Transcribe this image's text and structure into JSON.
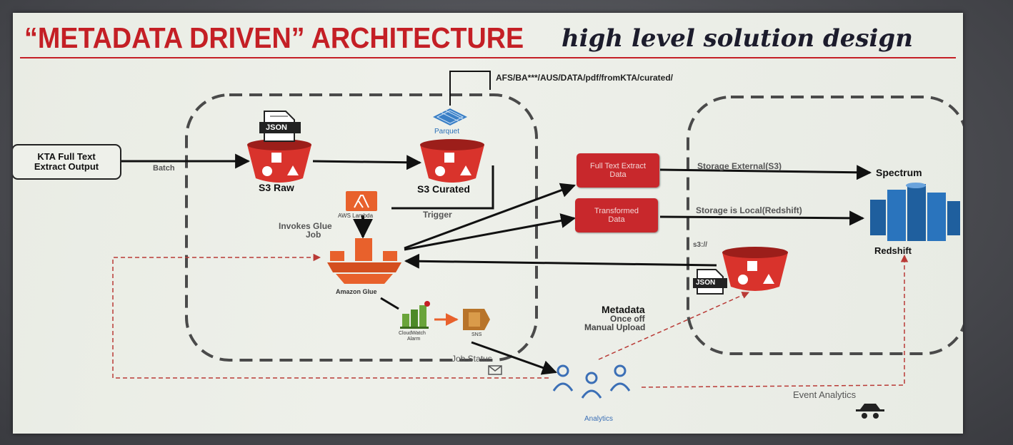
{
  "title": {
    "main": "“METADATA DRIVEN” ARCHITECTURE",
    "sub": "high level solution design"
  },
  "path_label": "AFS/BA***/AUS/DATA/pdf/fromKTA/curated/",
  "input": {
    "line1": "KTA Full Text",
    "line2": "Extract Output"
  },
  "labels": {
    "batch": "Batch",
    "s3_raw": "S3 Raw",
    "json": "JSON",
    "parquet": "Parquet",
    "s3_curated": "S3 Curated",
    "trigger": "Trigger",
    "aws_lambda": "AWS Lambda",
    "invokes_glue_1": "Invokes Glue",
    "invokes_glue_2": "Job",
    "amazon_glue": "Amazon Glue",
    "cloudwatch_1": "CloudWatch",
    "cloudwatch_2": "Alarm",
    "sns": "SNS",
    "job_status": "Job Status",
    "analytics": "Analytics",
    "metadata": "Metadata",
    "once_off": "Once off",
    "manual_upload": "Manual Upload",
    "s3_prefix": "s3://",
    "json2": "JSON",
    "storage_external": "Storage External(S3)",
    "storage_local": "Storage is Local(Redshift)",
    "spectrum": "Spectrum",
    "redshift": "Redshift",
    "event_analytics": "Event Analytics"
  },
  "boxes": {
    "full_text": {
      "line1": "Full Text Extract",
      "line2": "Data"
    },
    "transformed": {
      "line1": "Transformed",
      "line2": "Data"
    }
  },
  "colors": {
    "accent_red": "#c41f25",
    "aws_orange": "#e8612c",
    "redshift_blue": "#1f5f9e",
    "analytics_blue": "#3b6fb6"
  }
}
